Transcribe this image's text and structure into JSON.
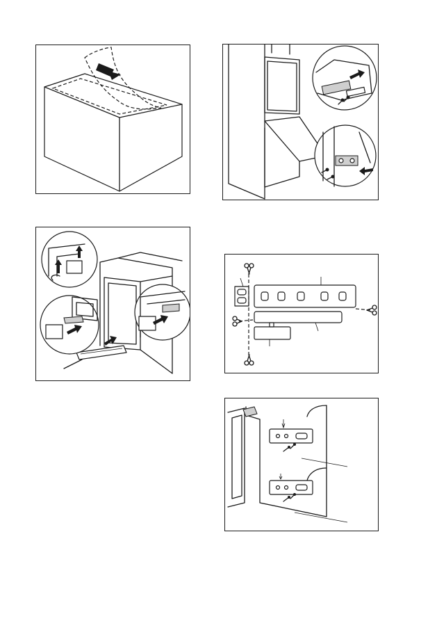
{
  "figures": [
    {
      "name": "remove-packaging"
    },
    {
      "name": "fit-door-hinge-covers"
    },
    {
      "name": "install-bottom-strip"
    },
    {
      "name": "cut-mounting-template"
    },
    {
      "name": "mount-door-brackets"
    }
  ],
  "icons": [
    "arrow-icon",
    "scissors-icon",
    "screw-icon"
  ],
  "colors": {
    "line": "#1a1a1a",
    "background": "#ffffff",
    "fill": "#cfcfcf"
  }
}
